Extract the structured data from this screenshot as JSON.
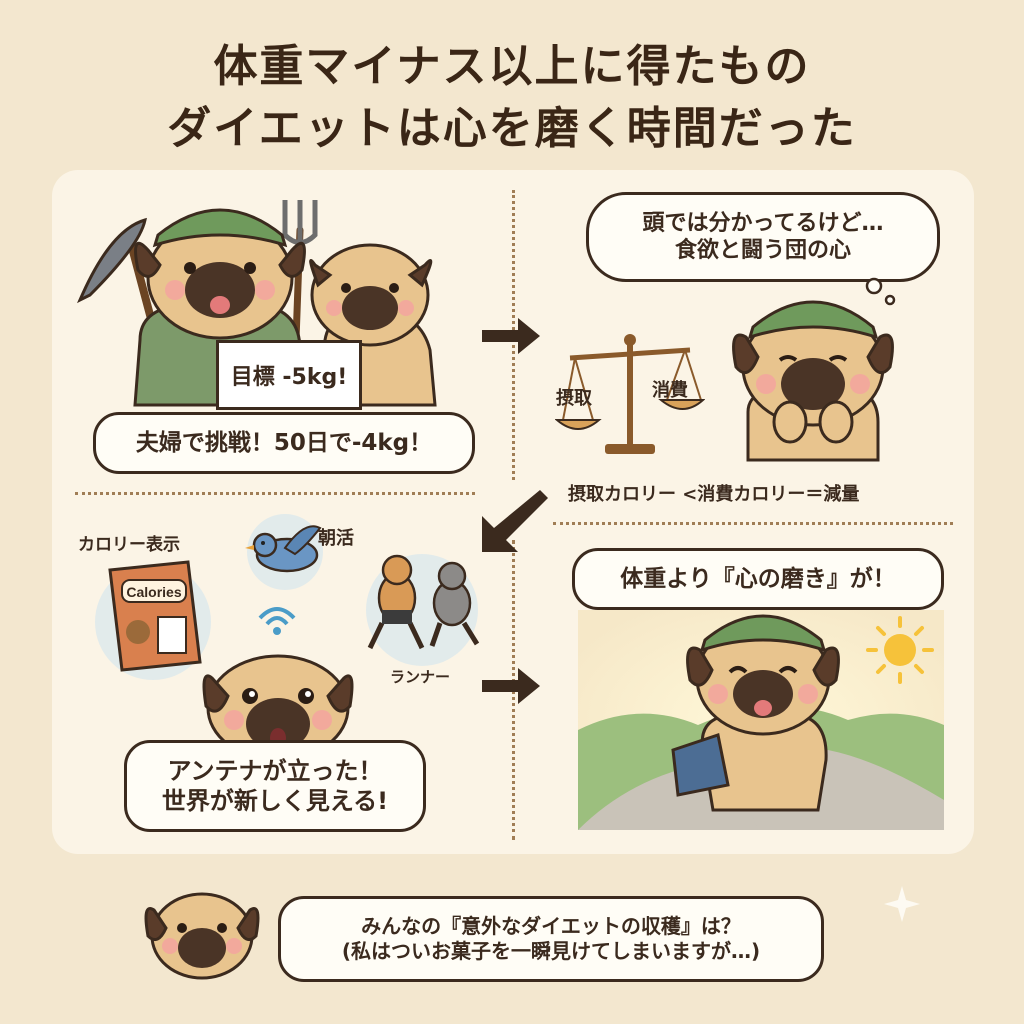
{
  "title": {
    "line1": "体重マイナス以上に得たもの",
    "line2": "ダイエットは心を磨く時間だった"
  },
  "panel1": {
    "sign": "目標 -5kg!",
    "caption": "夫婦で挑戦！50日で-4kg！"
  },
  "panel2": {
    "thought_line1": "頭では分かってるけど…",
    "thought_line2": "食欲と闘う団の心",
    "scale_left": "摂取",
    "scale_right": "消費",
    "formula": "摂取カロリー <消費カロリー＝減量"
  },
  "panel3": {
    "label_calorie": "カロリー表示",
    "package_text": "Calories",
    "label_morning": "朝活",
    "label_runner": "ランナー",
    "speech_line1": "アンテナが立った！",
    "speech_line2": "世界が新しく見える!"
  },
  "panel4": {
    "speech": "体重より『心の磨き』が！"
  },
  "footer": {
    "line1": "みんなの『意外なダイエットの収穫』は？",
    "line2": "(私はついお菓子を一瞬見けてしまいますが…)"
  },
  "colors": {
    "background": "#f3e7cf",
    "panel": "#fbf4e6",
    "outline": "#3b2a1e",
    "pug_fur": "#e8c48e",
    "pug_muzzle": "#4a3426",
    "cap_green": "#6f9a5c",
    "arrow": "#3b2a1e"
  }
}
